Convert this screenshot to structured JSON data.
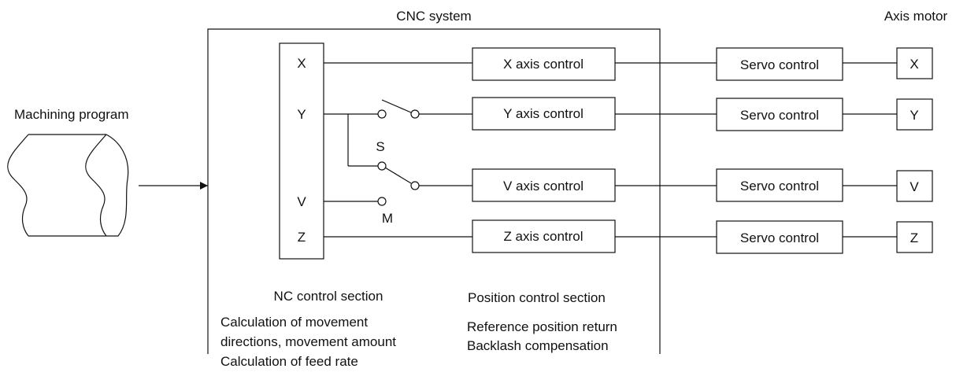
{
  "titles": {
    "cnc_system": "CNC system",
    "axis_motor": "Axis motor",
    "machining_program": "Machining program"
  },
  "nc_axes": [
    "X",
    "Y",
    "V",
    "Z"
  ],
  "switch_labels": {
    "s": "S",
    "m": "M"
  },
  "axis_controls": [
    "X axis control",
    "Y axis control",
    "V axis control",
    "Z axis control"
  ],
  "servo_controls": [
    "Servo control",
    "Servo control",
    "Servo control",
    "Servo control"
  ],
  "motors": [
    "X",
    "Y",
    "V",
    "Z"
  ],
  "sections": {
    "nc_title": "NC control section",
    "nc_lines": [
      "Calculation of movement",
      "directions, movement amount",
      "Calculation of feed rate"
    ],
    "position_title": "Position control section",
    "position_lines": [
      "Reference position return",
      "Backlash compensation"
    ]
  }
}
